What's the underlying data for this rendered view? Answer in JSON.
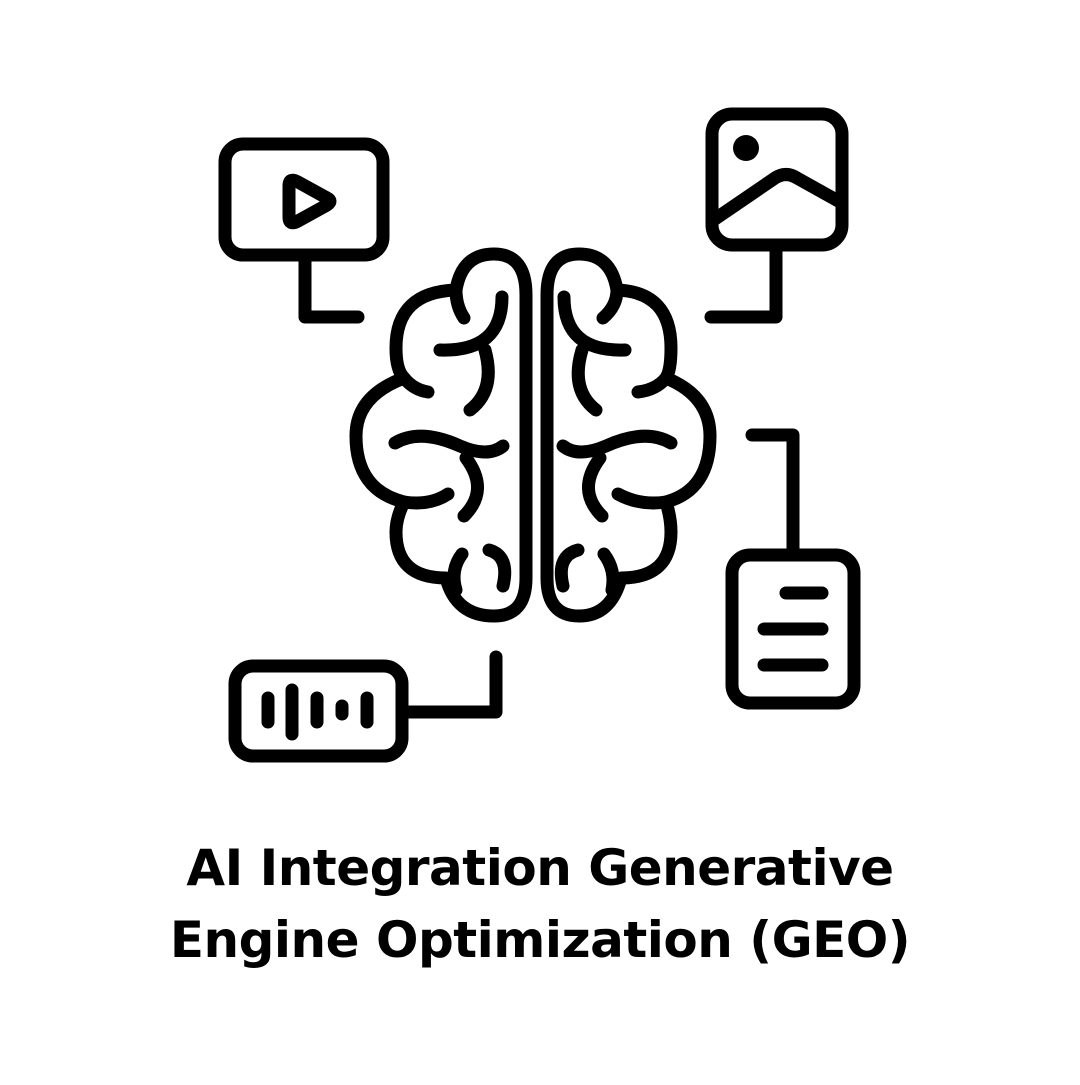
{
  "title": {
    "line1": "AI Integration Generative",
    "line2": "Engine Optimization (GEO)"
  },
  "illustration": {
    "center": "brain-icon",
    "nodes": [
      {
        "icon": "video-play-icon",
        "position": "top-left"
      },
      {
        "icon": "image-icon",
        "position": "top-right"
      },
      {
        "icon": "document-icon",
        "position": "bottom-right"
      },
      {
        "icon": "audio-waveform-icon",
        "position": "bottom-left"
      }
    ]
  },
  "colors": {
    "stroke": "#000000",
    "background": "#ffffff"
  }
}
